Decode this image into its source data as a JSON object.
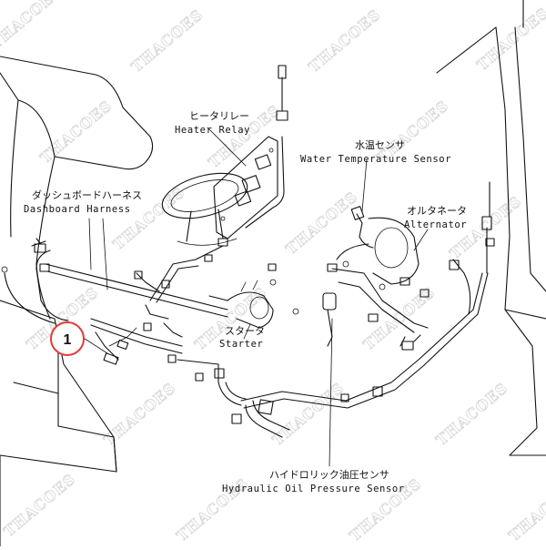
{
  "watermark": {
    "text": "THACOES"
  },
  "labels": {
    "heater_relay_jp": "ヒータリレー",
    "heater_relay_en": "Heater Relay",
    "water_temp_jp": "水温センサ",
    "water_temp_en": "Water Temperature Sensor",
    "dashboard_jp": "ダッシュボードハーネス",
    "dashboard_en": "Dashboard Harness",
    "alternator_jp": "オルタネータ",
    "alternator_en": "Alternator",
    "starter_jp": "スタータ",
    "starter_en": "Starter",
    "hydraulic_jp": "ハイドロリック油圧センサ",
    "hydraulic_en": "Hydraulic Oil Pressure Sensor"
  },
  "callout": {
    "number": "1",
    "color": "#e53935",
    "text_color": "#1a3fbf"
  }
}
